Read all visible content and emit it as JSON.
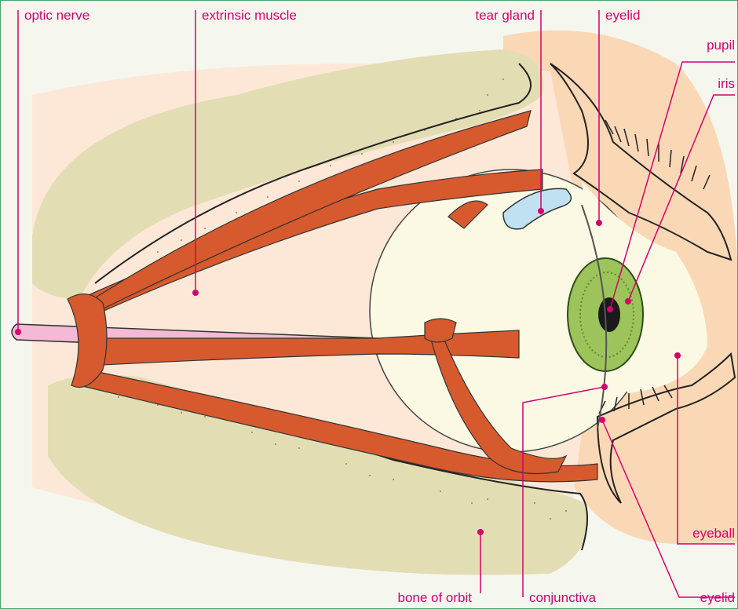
{
  "diagram": {
    "labels": {
      "optic_nerve": "optic nerve",
      "extrinsic_muscle": "extrinsic muscle",
      "tear_gland": "tear gland",
      "eyelid_upper": "eyelid",
      "pupil": "pupil",
      "iris": "iris",
      "eyeball": "eyeball",
      "eyelid_lower": "eyelid",
      "conjunctiva": "conjunctiva",
      "bone_of_orbit": "bone of orbit"
    },
    "colors": {
      "label": "#d4006e",
      "leader_line": "#d4006e",
      "bone": "#e3ddb4",
      "skin": "#fbd8b5",
      "orbit_tissue": "#fde8d8",
      "eyeball": "#fbf9e4",
      "muscle": "#d65a2d",
      "optic_nerve": "#f4b9d4",
      "iris": "#9cc45a",
      "pupil": "#1a1a1a",
      "tear_gland": "#bfe1f1"
    }
  }
}
